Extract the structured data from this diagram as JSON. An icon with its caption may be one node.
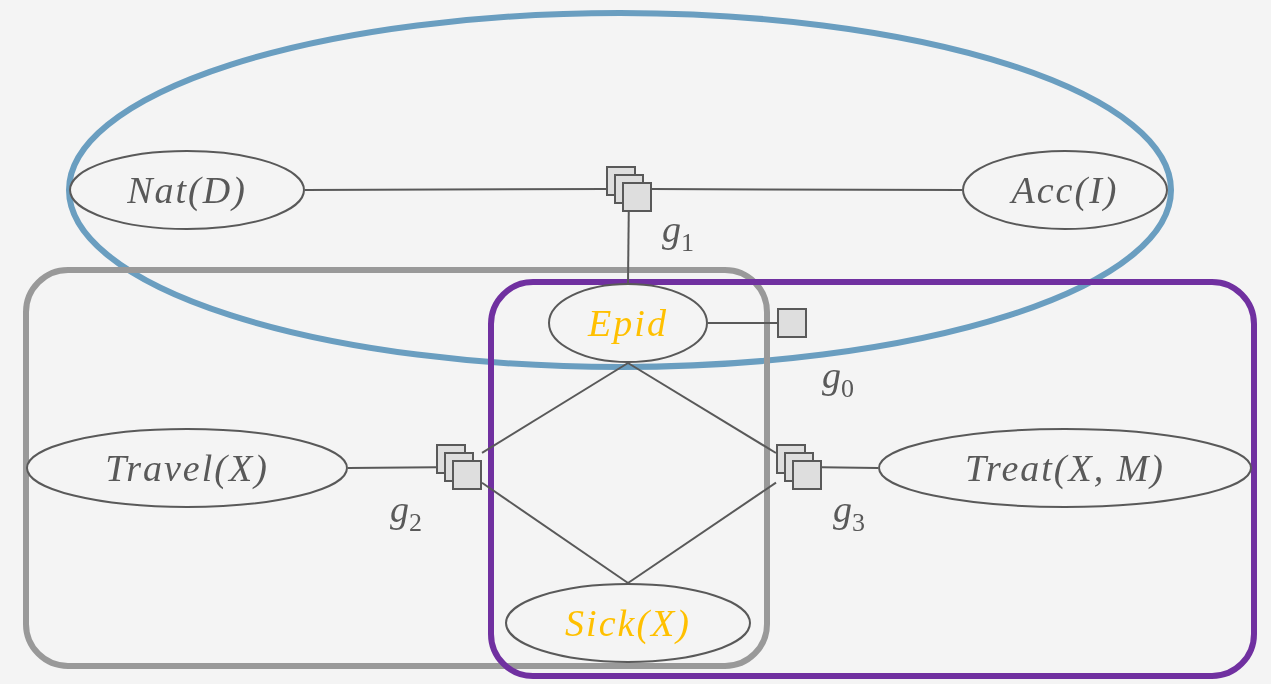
{
  "diagram": {
    "nodes": [
      {
        "text": [
          "Nat(D)"
        ]
      },
      {
        "text": [],
        "shape": "box",
        "beside": [
          "g$_{1}$"
        ]
      },
      {
        "text": [
          "Acc(I)"
        ]
      },
      {
        "text": [
          "Epid"
        ]
      },
      {
        "text": [],
        "shape": "box",
        "beside": [
          "g$_{0}$"
        ]
      },
      {
        "text": [
          "Travel(X)"
        ]
      },
      {
        "text": [],
        "shape": "box",
        "beside": [
          "g$_{2}$"
        ]
      },
      {
        "text": [],
        "shape": "box",
        "beside": [
          "g$_{3}$"
        ]
      },
      {
        "text": [
          "Treat(X, M)"
        ]
      },
      {
        "text": [
          "Sick(X)"
        ]
      }
    ],
    "edges": [
      {
        "from": 0,
        "to": 1,
        "arrow": "none"
      },
      {
        "from": 1,
        "to": 2,
        "arrow": "none"
      },
      {
        "from": 1,
        "to": 3,
        "arrow": "none"
      },
      {
        "from": 3,
        "to": 4,
        "arrow": "none"
      },
      {
        "from": 3,
        "to": 6,
        "arrow": "none"
      },
      {
        "from": 3,
        "to": 7,
        "arrow": "none"
      },
      {
        "from": 5,
        "to": 6,
        "arrow": "none"
      },
      {
        "from": 6,
        "to": 9,
        "arrow": "none"
      },
      {
        "from": 7,
        "to": 9,
        "arrow": "none"
      },
      {
        "from": 7,
        "to": 8,
        "arrow": "none"
      }
    ]
  }
}
